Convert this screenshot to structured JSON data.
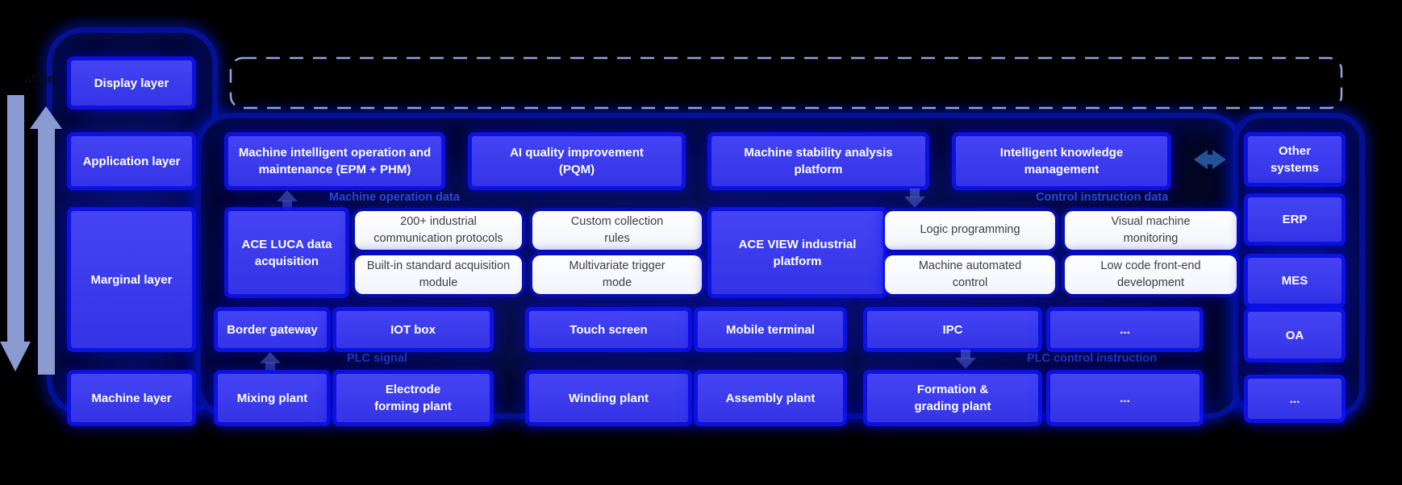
{
  "partial_left_label": "ation",
  "layers": {
    "display": "Display layer",
    "application": "Application layer",
    "marginal": "Marginal layer",
    "machine": "Machine layer"
  },
  "application_row": [
    "Machine intelligent operation and maintenance (EPM + PHM)",
    "AI quality improvement (PQM)",
    "Machine stability analysis platform",
    "Intelligent knowledge management"
  ],
  "other_systems_label": "Other systems",
  "marginal_row": {
    "ace_luca": "ACE LUCA data acquisition",
    "ace_view": "ACE VIEW industrial platform",
    "capabilities": [
      "200+ industrial communication protocols",
      "Built-in standard acquisition module",
      "Custom collection rules",
      "Multivariate trigger mode",
      "Logic programming",
      "Machine automated control",
      "Visual machine monitoring",
      "Low code front-end development"
    ]
  },
  "device_row": [
    "Border gateway",
    "IOT box",
    "Touch screen",
    "Mobile terminal",
    "IPC",
    "..."
  ],
  "machine_row": [
    "Mixing plant",
    "Electrode forming plant",
    "Winding plant",
    "Assembly plant",
    "Formation & grading plant",
    "..."
  ],
  "enterprise_systems": [
    "ERP",
    "MES",
    "OA",
    "..."
  ],
  "flow_labels": {
    "top_left": "Machine operation data",
    "top_right": "Control instruction data",
    "bottom_left": "PLC signal",
    "bottom_right": "PLC control instruction"
  },
  "colors": {
    "background": "#000000",
    "box_blue": "#3c3cf0",
    "glow_blue": "#0a14f0",
    "white_box": "#f7f8fc",
    "flow_label_blue": "#2b49dd",
    "big_arrow": "#8b9bd2",
    "dashed_border": "#8ea4e0"
  }
}
